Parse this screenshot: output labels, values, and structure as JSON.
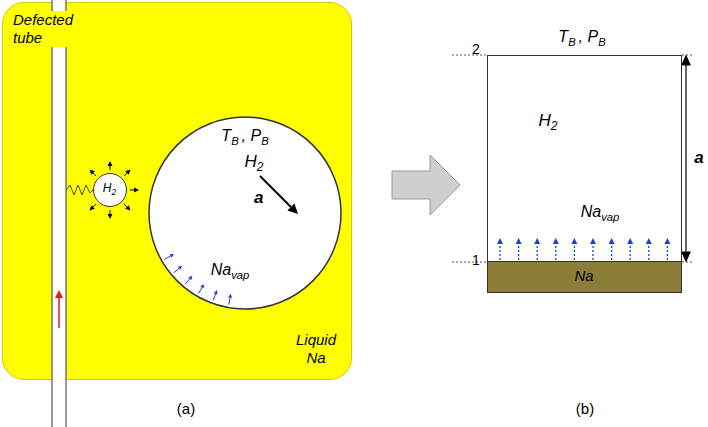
{
  "diagram": {
    "nodes": [
      {
        "text": [
          "Defected tube",
          "Liquid Na"
        ]
      },
      {
        "text": [
          "T",
          "B",
          ", P",
          "B",
          "H",
          "2",
          "a",
          "Na",
          "vap"
        ],
        "in": 0
      },
      {
        "text": [
          "H",
          "2"
        ],
        "in": 0
      },
      {
        "text": [
          "T",
          "B",
          ", P",
          "B",
          "H",
          "2",
          "Na",
          "vap"
        ]
      },
      {
        "text": [
          "Na"
        ]
      }
    ],
    "edges": [
      {
        "from": 0,
        "to": 3,
        "arrow": "to"
      }
    ],
    "labels": [
      "(a)",
      "(b)",
      "2",
      "1",
      "a"
    ]
  }
}
